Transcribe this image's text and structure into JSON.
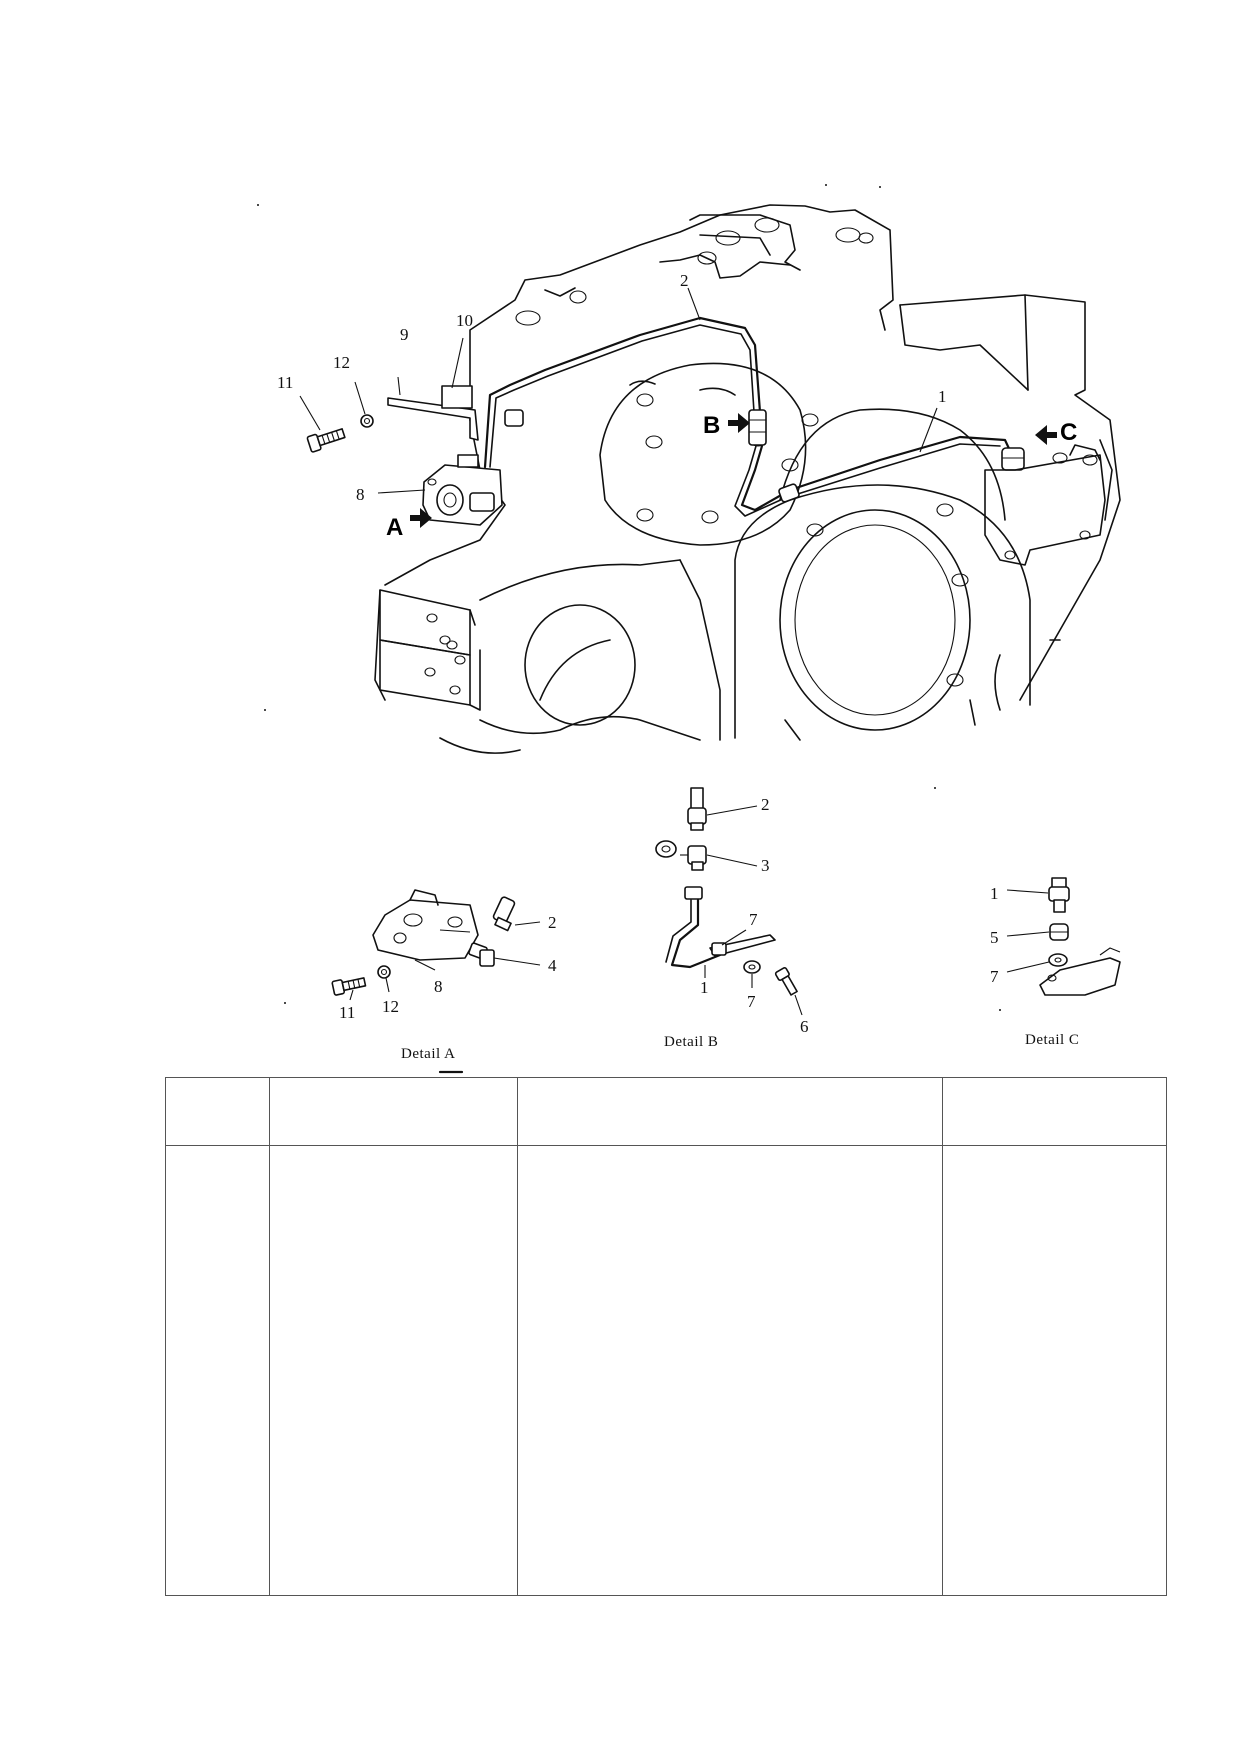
{
  "diagram": {
    "callouts": {
      "main": [
        "1",
        "2",
        "8",
        "9",
        "10",
        "11",
        "12"
      ],
      "detail_a": [
        "2",
        "4",
        "8",
        "11",
        "12"
      ],
      "detail_b": [
        "1",
        "2",
        "3",
        "6",
        "7",
        "7"
      ],
      "detail_c": [
        "1",
        "5",
        "7"
      ]
    },
    "view_markers": [
      "A",
      "B",
      "C"
    ],
    "captions": [
      "Detail A",
      "Detail B",
      "Detail C"
    ]
  },
  "table": {
    "columns": 4,
    "header_rows": 1,
    "body_rows": 1,
    "cells_text": []
  }
}
